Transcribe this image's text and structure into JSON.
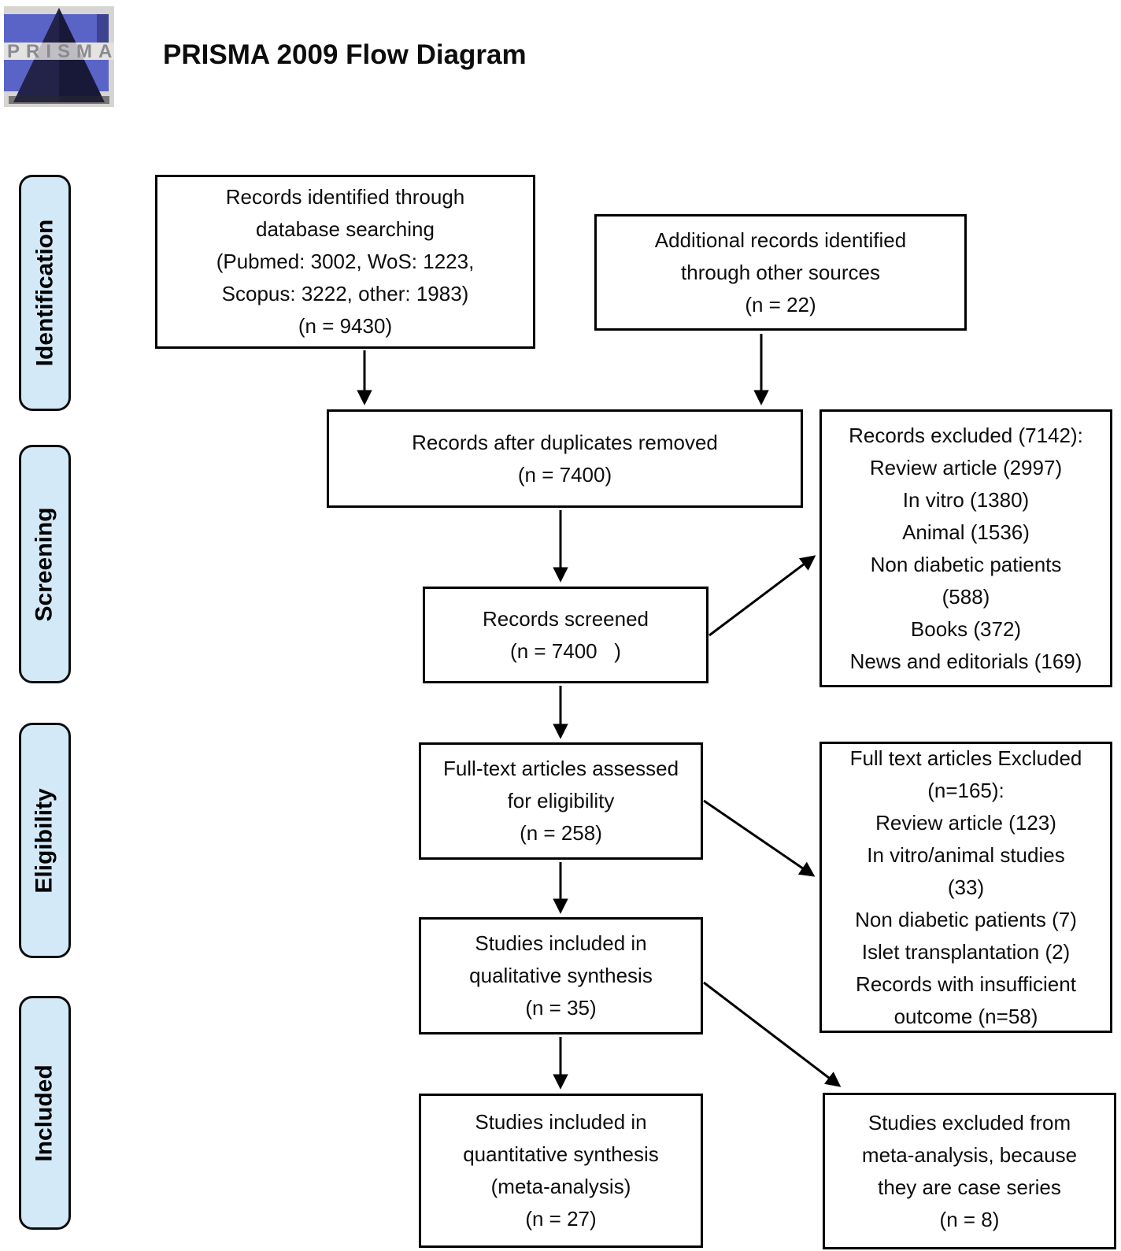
{
  "header": {
    "title": "PRISMA 2009 Flow Diagram",
    "logo_text": "PRISMA"
  },
  "stages": {
    "identification": "Identification",
    "screening": "Screening",
    "eligibility": "Eligibility",
    "included": "Included"
  },
  "boxes": {
    "records_identified": "Records identified through\ndatabase searching\n(Pubmed: 3002, WoS: 1223,\nScopus: 3222, other: 1983)\n(n = 9430)",
    "additional_records": "Additional records identified\nthrough other sources\n(n = 22)",
    "duplicates_removed": "Records after duplicates removed\n(n = 7400)",
    "records_excluded": "Records excluded (7142):\nReview article (2997)\nIn vitro (1380)\nAnimal (1536)\nNon diabetic patients\n(588)\nBooks (372)\nNews and editorials (169)",
    "records_screened": "Records screened\n(n = 7400   )",
    "fulltext_assessed": "Full-text articles assessed\nfor eligibility\n(n = 258)",
    "fulltext_excluded": "Full text articles Excluded\n(n=165):\nReview article (123)\nIn vitro/animal studies\n(33)\nNon diabetic patients (7)\nIslet transplantation (2)\nRecords with insufficient\noutcome (n=58)",
    "qualitative_synthesis": "Studies included in\nqualitative synthesis\n(n = 35)",
    "quantitative_synthesis": "Studies included in\nquantitative synthesis\n(meta-analysis)\n(n = 27)",
    "excluded_from_meta": "Studies excluded from\nmeta-analysis, because\nthey are case series\n(n = 8)"
  },
  "colors": {
    "stage_fill": "#d3e9f8",
    "box_border": "#000000",
    "arrow": "#000000",
    "logo_blue": "#5a63c6",
    "logo_dark": "#181838"
  }
}
